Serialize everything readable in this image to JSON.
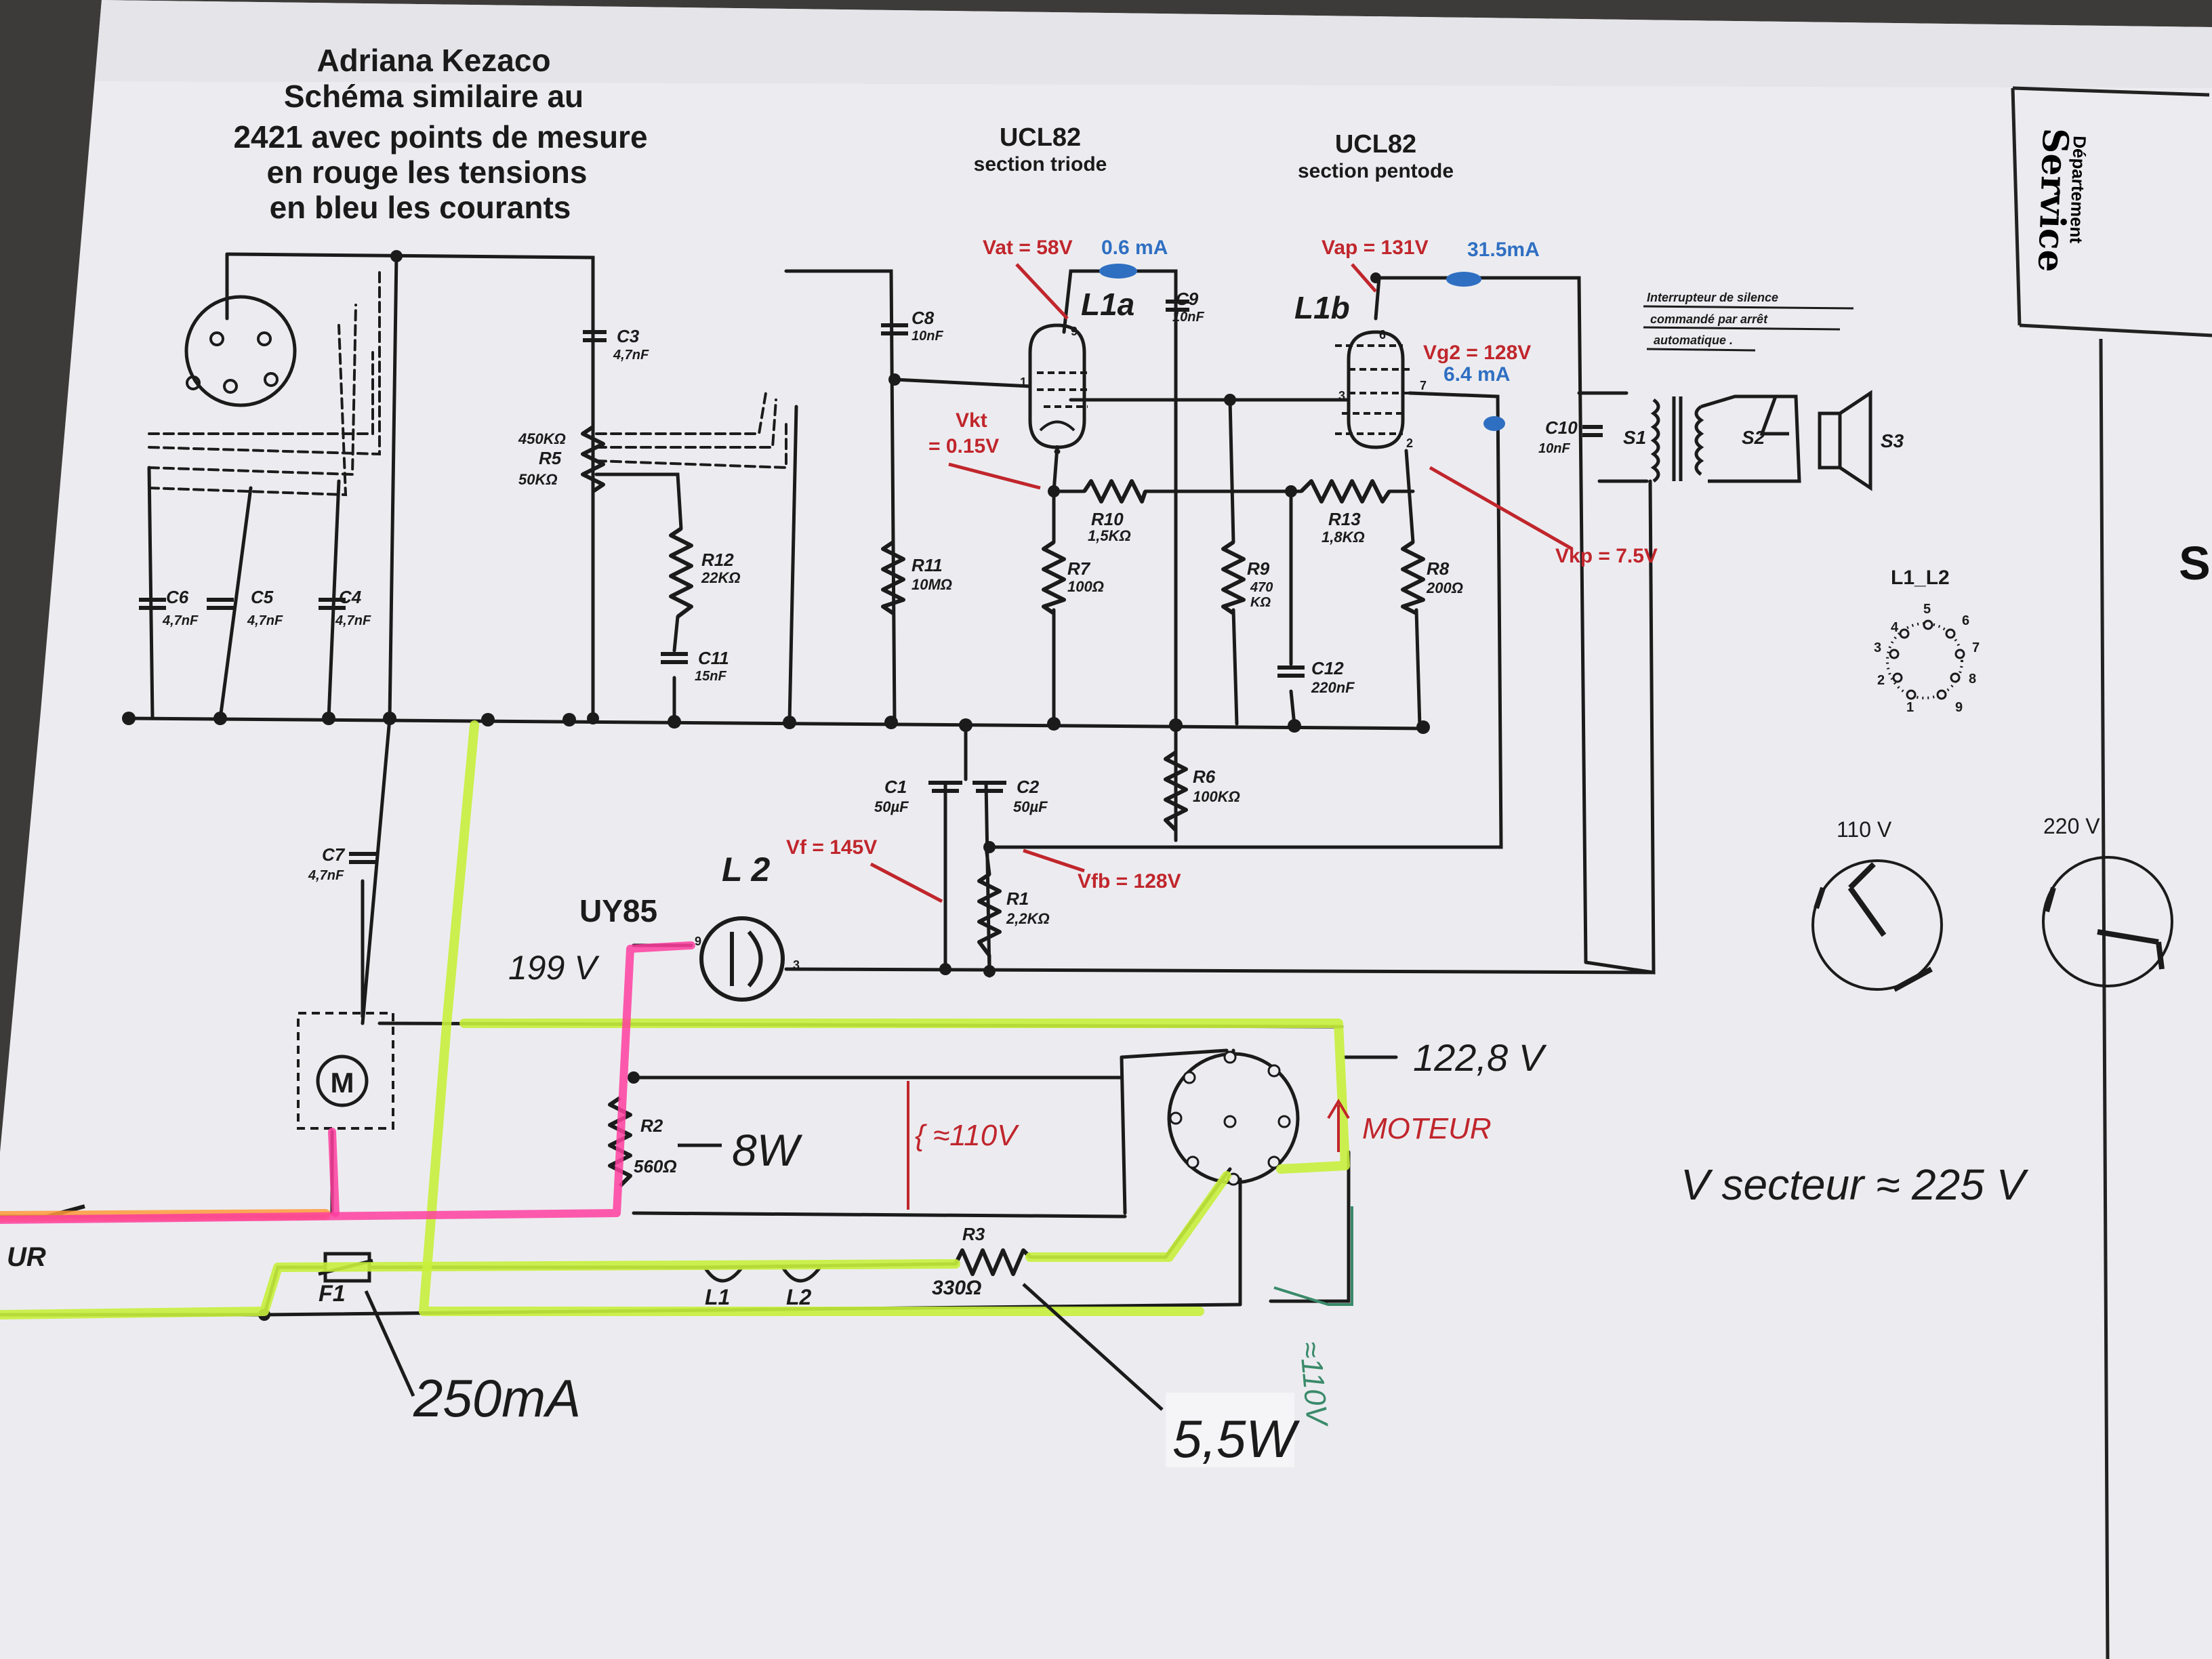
{
  "title": {
    "line1": "Adriana Kezaco",
    "line2": "Schéma similaire au",
    "line3": "2421 avec points de mesure",
    "line4": "en rouge les tensions",
    "line5": "en bleu les courants"
  },
  "tubes": {
    "triode_name": "UCL82",
    "triode_section": "section triode",
    "pentode_name": "UCL82",
    "pentode_section": "section pentode",
    "l1a": "L1a",
    "l1b": "L1b",
    "uy85": "UY85",
    "l2": "L 2"
  },
  "measurements": {
    "vat": "Vat = 58V",
    "iat": "0.6 mA",
    "vap": "Vap = 131V",
    "iap": "31.5mA",
    "vg2": "Vg2 = 128V",
    "ig2": "6.4 mA",
    "vkt1": "Vkt",
    "vkt2": "= 0.15V",
    "vkp": "Vkp = 7.5V",
    "vf": "Vf = 145V",
    "vfb": "Vfb = 128V"
  },
  "components": {
    "c3": "C3",
    "c3v": "4,7nF",
    "c8": "C8",
    "c8v": "10nF",
    "c9": "C9",
    "c9v": "10nF",
    "c6": "C6",
    "c6v": "4,7nF",
    "c5": "C5",
    "c5v": "4,7nF",
    "c4": "C4",
    "c4v": "4,7nF",
    "c7": "C7",
    "c7v": "4,7nF",
    "c10": "C10",
    "c10v": "10nF",
    "c11": "C11",
    "c11v": "15nF",
    "c12": "C12",
    "c12v": "220nF",
    "c1": "C1",
    "c1v": "50µF",
    "c2": "C2",
    "c2v": "50µF",
    "r5a": "450KΩ",
    "r5": "R5",
    "r5b": "50KΩ",
    "r12": "R12",
    "r12v": "22KΩ",
    "r11": "R11",
    "r11v": "10MΩ",
    "r10": "R10",
    "r10v": "1,5KΩ",
    "r7": "R7",
    "r7v": "100Ω",
    "r9": "R9",
    "r9v1": "470",
    "r9v2": "KΩ",
    "r13": "R13",
    "r13v": "1,8KΩ",
    "r8": "R8",
    "r8v": "200Ω",
    "r6": "R6",
    "r6v": "100KΩ",
    "r1": "R1",
    "r1v": "2,2KΩ",
    "r2": "R2",
    "r2v": "560Ω",
    "r3": "R3",
    "r3v": "330Ω",
    "s1": "S1",
    "s2": "S2",
    "s3": "S3",
    "f1": "F1",
    "l1": "L1",
    "l2b": "L2",
    "motor": "M"
  },
  "switch_note": {
    "line1": "Interrupteur de silence",
    "line2": "commandé par arrêt",
    "line3": "automatique ."
  },
  "sockets": {
    "pinout_title": "L1_L2",
    "v110": "110 V",
    "v220": "220 V",
    "pins": [
      "1",
      "2",
      "3",
      "4",
      "5",
      "6",
      "7",
      "8",
      "9"
    ]
  },
  "handwritten": {
    "v199": "199 V",
    "w8": "8W",
    "v1228": "122,8 V",
    "moteur": "MOTEUR",
    "red_note": "{ ≈110V",
    "green_note": "≈110V",
    "vsecteur": "V secteur ≈ 225 V",
    "ma250": "250mA",
    "w55": "5,5W",
    "secteur_cut": "UR"
  },
  "stamp": {
    "line1": "Département",
    "line2": "Service",
    "cut": "Sch"
  },
  "colors": {
    "tension": "#c0262c",
    "courant": "#2f6fc2",
    "highlight_pink": "#ff3fa0",
    "highlight_yellow": "#c8f03c",
    "highlight_orange": "#ff9a3a",
    "ink": "#1b1b1b",
    "paper": "#eeeef2"
  }
}
